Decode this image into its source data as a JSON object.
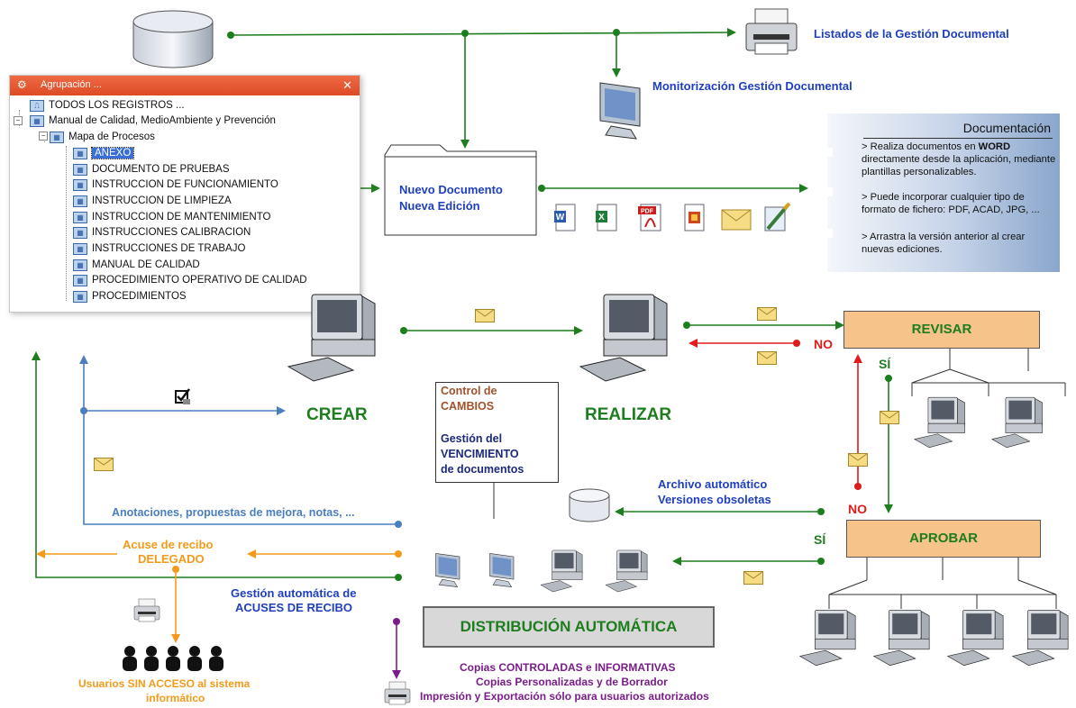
{
  "colors": {
    "green": "#1e7d1e",
    "blue": "#1f3fbf",
    "red": "#e01b1b",
    "orange": "#f39a1a",
    "purple": "#7a1d8a",
    "steel": "#4a7ebd",
    "box_orange": "#f6c38a",
    "tree_titlebar": "#dd4b24"
  },
  "tree_panel": {
    "title": "Agrupación ...",
    "close": "✕",
    "items": [
      "TODOS LOS REGISTROS ...",
      "Manual de Calidad, MedioAmbiente y Prevención",
      "Mapa de Procesos",
      "ANEXO",
      "DOCUMENTO DE PRUEBAS",
      "INSTRUCCION DE FUNCIONAMIENTO",
      "INSTRUCCION DE LIMPIEZA",
      "INSTRUCCION DE MANTENIMIENTO",
      "INSTRUCCIONES CALIBRACION",
      "INSTRUCCIONES DE TRABAJO",
      "MANUAL DE CALIDAD",
      "PROCEDIMIENTO OPERATIVO DE CALIDAD",
      "PROCEDIMIENTOS"
    ],
    "selected_index": 3
  },
  "labels": {
    "listados": "Listados de la Gestión Documental",
    "monitorizacion": "Monitorización Gestión Documental",
    "nuevo_documento": "Nuevo Documento",
    "nueva_edicion": "Nueva Edición",
    "crear": "CREAR",
    "realizar": "REALIZAR",
    "revisar": "REVISAR",
    "aprobar": "APROBAR",
    "no_top": "NO",
    "si_top": "SÍ",
    "no_bottom": "NO",
    "si_bottom": "SÍ",
    "control_line1": "Control de",
    "control_line2": "CAMBIOS",
    "gestion_line1": "Gestión del",
    "gestion_line2": "VENCIMIENTO",
    "gestion_line3": "de documentos",
    "archivo_line1": "Archivo automático",
    "archivo_line2": "Versiones obsoletas",
    "anotaciones": "Anotaciones, propuestas de mejora, notas, ...",
    "acuse_line1": "Acuse de recibo",
    "acuse_line2": "DELEGADO",
    "gestion_acuses_line1": "Gestión automática de",
    "gestion_acuses_line2": "ACUSES DE RECIBO",
    "distribucion": "DISTRIBUCIÓN AUTOMÁTICA",
    "copias_line1": "Copias CONTROLADAS e INFORMATIVAS",
    "copias_line2": "Copias Personalizadas y de Borrador",
    "copias_line3": "Impresión y Exportación sólo para usuarios autorizados",
    "usuarios_line1": "Usuarios SIN ACCESO al sistema",
    "usuarios_line2": "informático"
  },
  "doc_panel": {
    "title": "Documentación",
    "bullet1_prefix": "> Realiza documentos en ",
    "bullet1_bold": "WORD",
    "bullet1_rest": "directamente desde la aplicación, mediante plantillas personalizables.",
    "bullet2": "> Puede incorporar cualquier tipo de formato de fichero: PDF, ACAD, JPG, ...",
    "bullet3": "> Arrastra la versión anterior al crear nuevas ediciones."
  },
  "file_icons": [
    "word-icon",
    "excel-icon",
    "pdf-icon",
    "ppt-icon",
    "email-icon",
    "drawing-icon"
  ]
}
